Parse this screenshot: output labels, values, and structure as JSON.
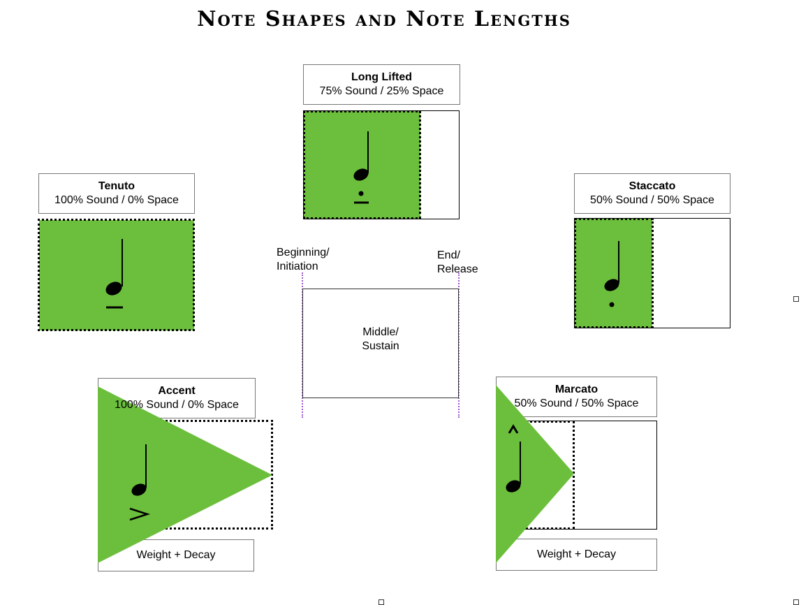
{
  "title": "Note Shapes and Note Lengths",
  "colors": {
    "sound_fill": "#6cbf3c",
    "boundary_line": "#9b59d0",
    "outline": "#000000"
  },
  "center": {
    "beginning": [
      "Beginning/",
      "Initiation"
    ],
    "end": [
      "End/",
      "Release"
    ],
    "middle": [
      "Middle/",
      "Sustain"
    ]
  },
  "articulations": {
    "long_lifted": {
      "name": "Long Lifted",
      "ratio": "75% Sound / 25% Space",
      "sound_fraction": 0.75,
      "symbol": "quarter-note-dot-line-icon"
    },
    "tenuto": {
      "name": "Tenuto",
      "ratio": "100% Sound / 0% Space",
      "sound_fraction": 1.0,
      "symbol": "quarter-note-line-icon"
    },
    "staccato": {
      "name": "Staccato",
      "ratio": "50% Sound / 50% Space",
      "sound_fraction": 0.5,
      "symbol": "quarter-note-dot-icon"
    },
    "accent": {
      "name": "Accent",
      "ratio": "100% Sound / 0% Space",
      "sound_fraction": 1.0,
      "footer": "Weight + Decay",
      "symbol": "quarter-note-accent-icon"
    },
    "marcato": {
      "name": "Marcato",
      "ratio": "50% Sound / 50% Space",
      "sound_fraction": 0.5,
      "footer": "Weight + Decay",
      "symbol": "quarter-note-marcato-icon"
    }
  }
}
